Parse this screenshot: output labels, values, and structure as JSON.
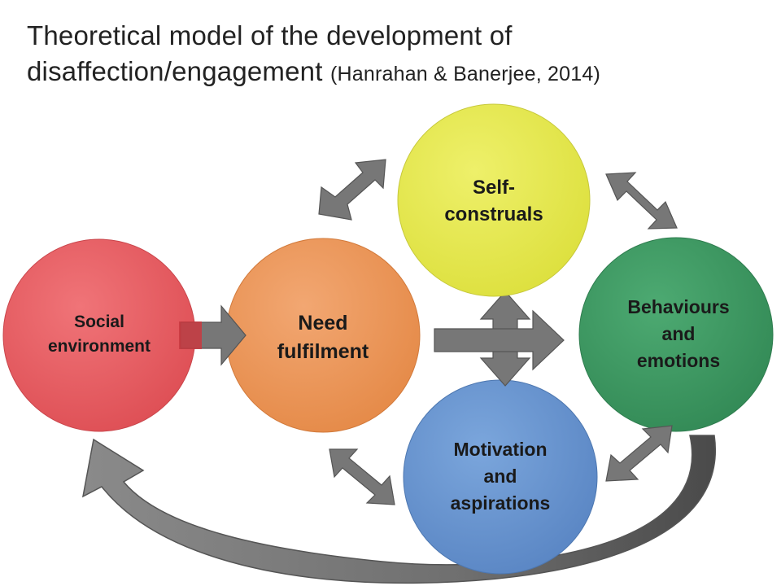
{
  "title": {
    "line1": "Theoretical model of the development of",
    "line2": "disaffection/engagement",
    "citation": "(Hanrahan & Banerjee, 2014)"
  },
  "nodes": {
    "social_environment": {
      "lines": [
        "Social",
        "environment"
      ],
      "color": "#E85D62"
    },
    "need_fulfilment": {
      "lines": [
        "Need",
        "fulfilment"
      ],
      "color": "#EC9759"
    },
    "self_construals": {
      "lines": [
        "Self-",
        "construals"
      ],
      "color": "#E5E74E"
    },
    "behaviours_emotions": {
      "lines": [
        "Behaviours",
        "and",
        "emotions"
      ],
      "color": "#3E9A63"
    },
    "motivation_aspirations": {
      "lines": [
        "Motivation",
        "and",
        "aspirations"
      ],
      "color": "#6A97D1"
    }
  },
  "arrow_color": "#777777"
}
